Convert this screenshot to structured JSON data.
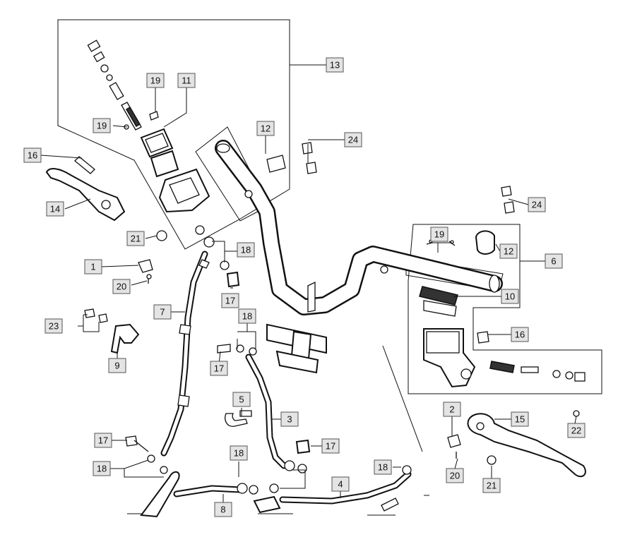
{
  "callouts": [
    {
      "id": "c13",
      "label": "13"
    },
    {
      "id": "c11",
      "label": "11"
    },
    {
      "id": "c19a",
      "label": "19"
    },
    {
      "id": "c19b",
      "label": "19"
    },
    {
      "id": "c12a",
      "label": "12"
    },
    {
      "id": "c24a",
      "label": "24"
    },
    {
      "id": "c16a",
      "label": "16"
    },
    {
      "id": "c14",
      "label": "14"
    },
    {
      "id": "c21a",
      "label": "21"
    },
    {
      "id": "c18a",
      "label": "18"
    },
    {
      "id": "c1",
      "label": "1"
    },
    {
      "id": "c20a",
      "label": "20"
    },
    {
      "id": "c17a",
      "label": "17"
    },
    {
      "id": "c7",
      "label": "7"
    },
    {
      "id": "c23",
      "label": "23"
    },
    {
      "id": "c18b",
      "label": "18"
    },
    {
      "id": "c9",
      "label": "9"
    },
    {
      "id": "c17b",
      "label": "17"
    },
    {
      "id": "c24b",
      "label": "24"
    },
    {
      "id": "c19c",
      "label": "19"
    },
    {
      "id": "c12b",
      "label": "12"
    },
    {
      "id": "c6",
      "label": "6"
    },
    {
      "id": "c10",
      "label": "10"
    },
    {
      "id": "c16b",
      "label": "16"
    },
    {
      "id": "c5",
      "label": "5"
    },
    {
      "id": "c3",
      "label": "3"
    },
    {
      "id": "c17c",
      "label": "17"
    },
    {
      "id": "c17d",
      "label": "17"
    },
    {
      "id": "c18c",
      "label": "18"
    },
    {
      "id": "c18d",
      "label": "18"
    },
    {
      "id": "c18e",
      "label": "18"
    },
    {
      "id": "c8",
      "label": "8"
    },
    {
      "id": "c4",
      "label": "4"
    },
    {
      "id": "c2",
      "label": "2"
    },
    {
      "id": "c20b",
      "label": "20"
    },
    {
      "id": "c15",
      "label": "15"
    },
    {
      "id": "c21b",
      "label": "21"
    },
    {
      "id": "c22",
      "label": "22"
    }
  ]
}
